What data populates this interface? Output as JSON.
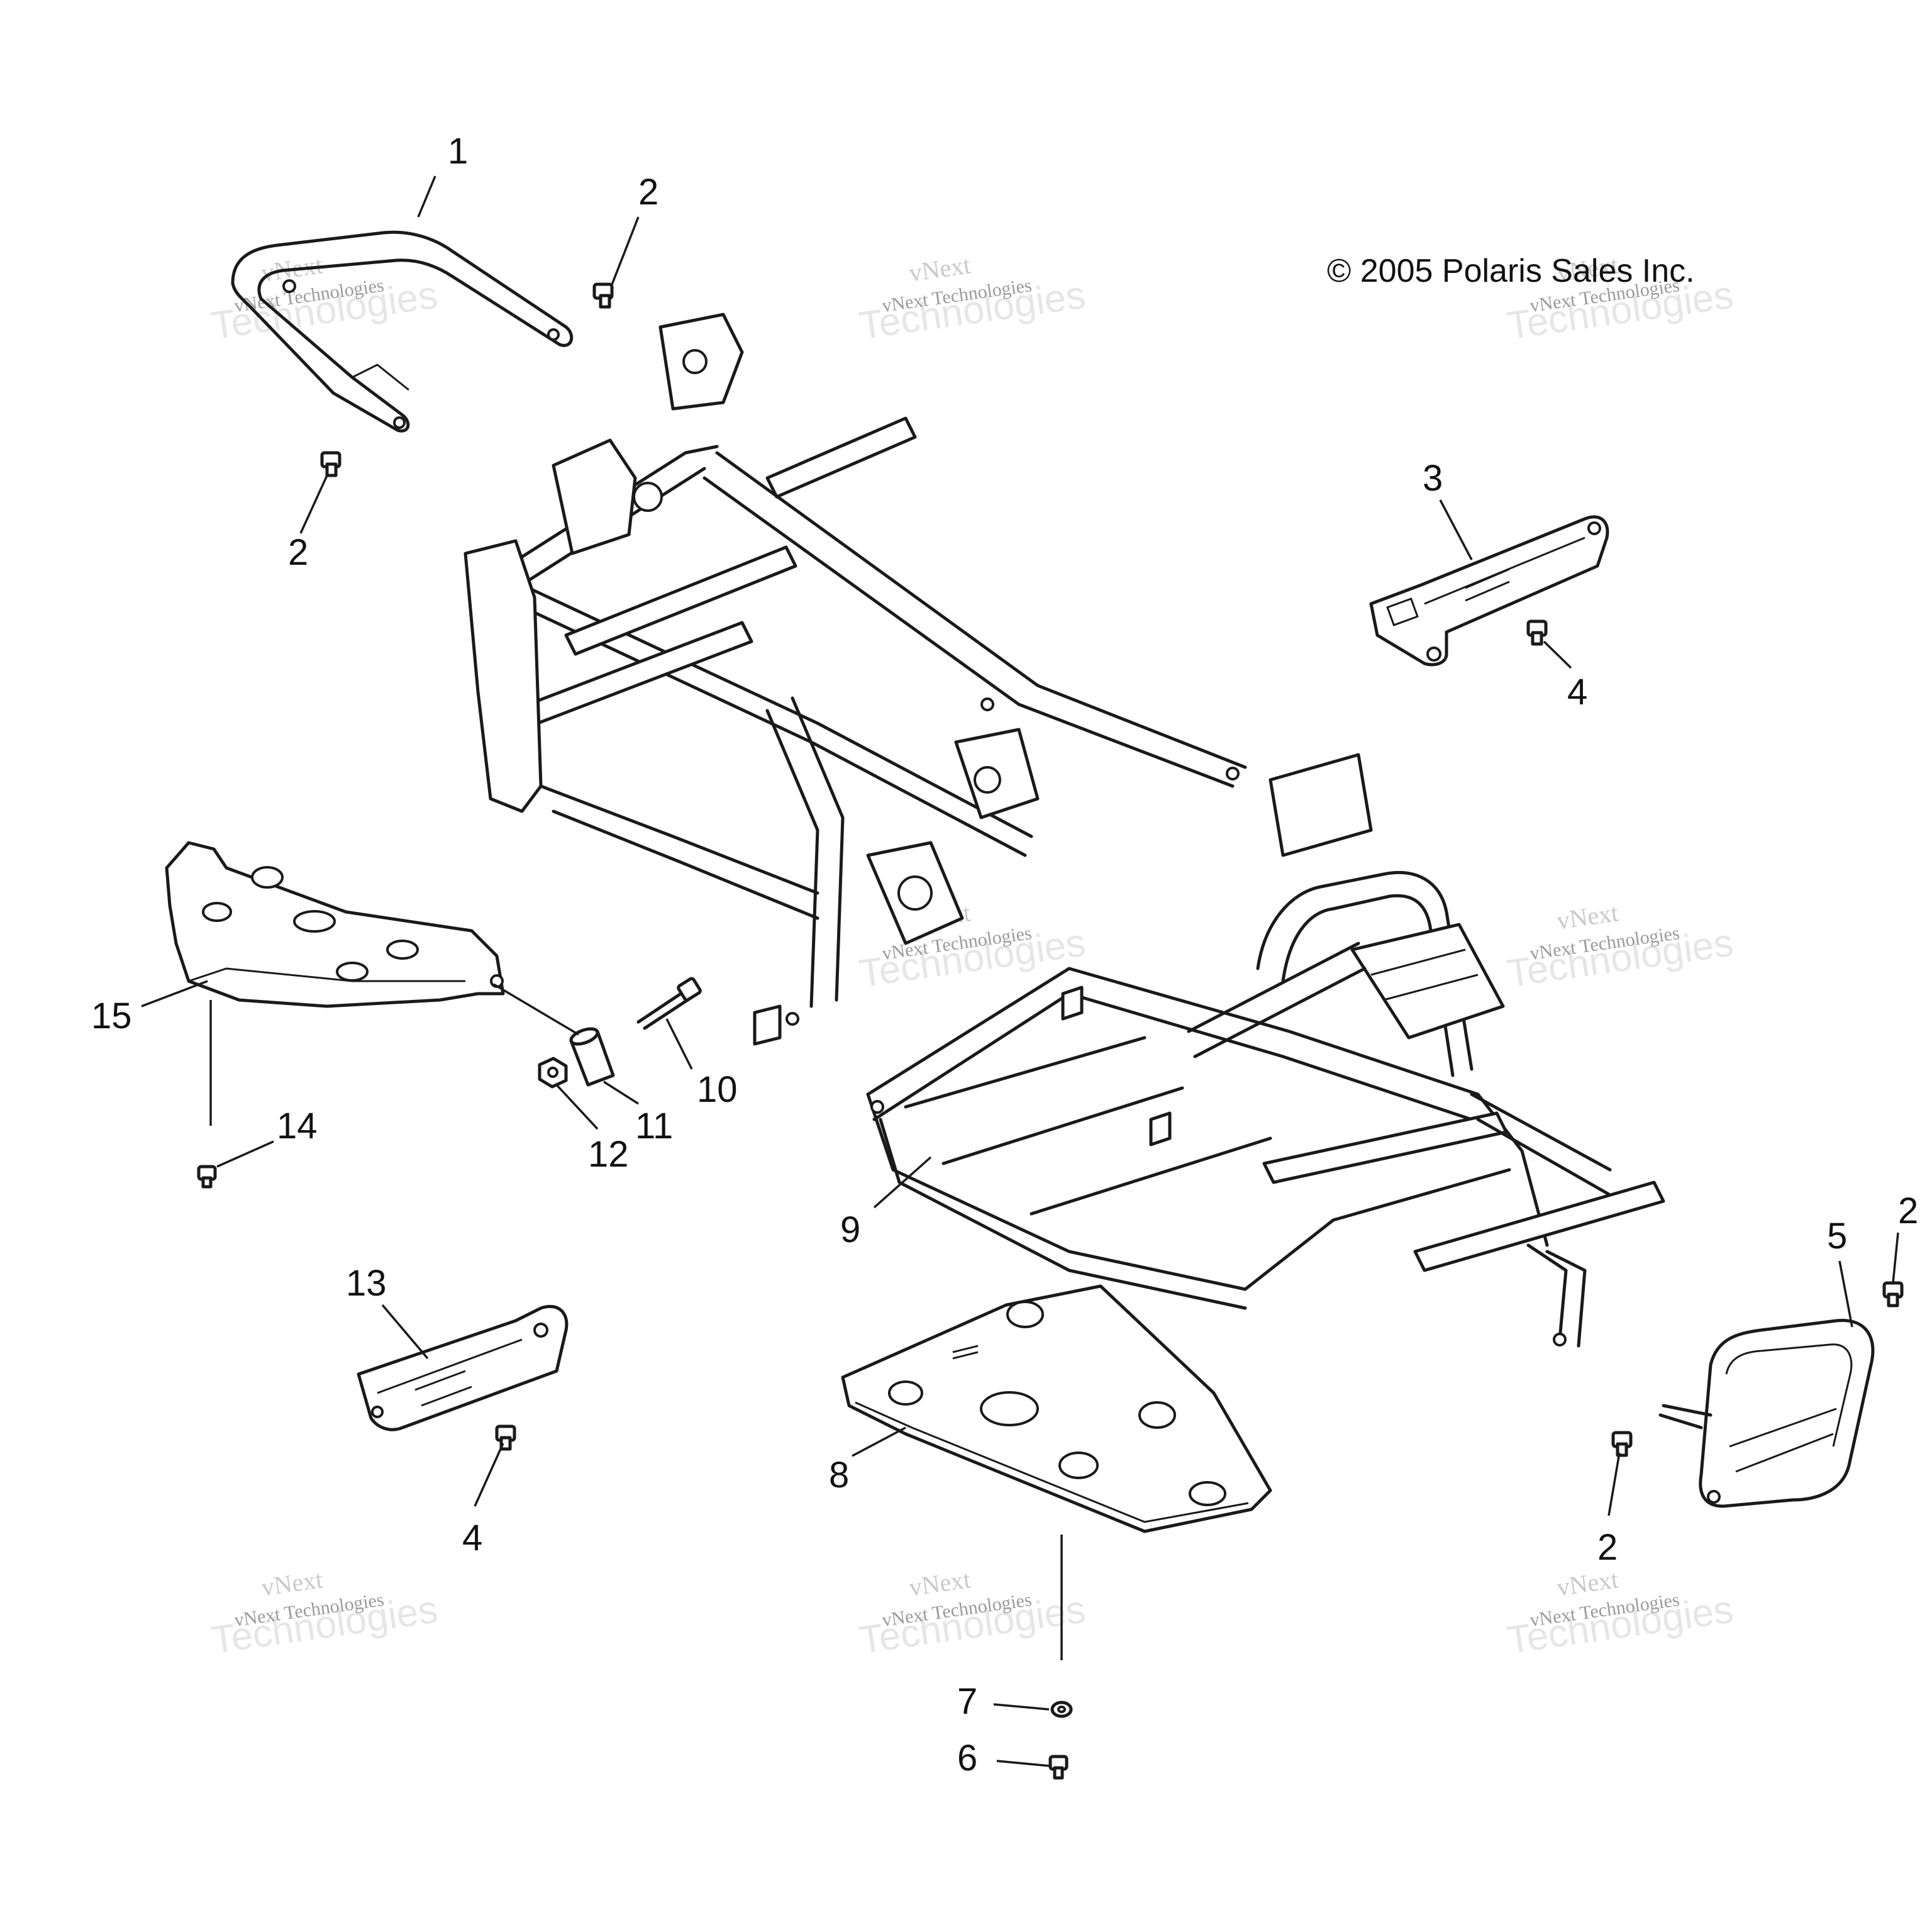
{
  "copyright": "© 2005 Polaris Sales Inc.",
  "watermark": {
    "line1": "vNext",
    "line2": "vNext Technologies",
    "line3": "Technologies"
  },
  "callouts": {
    "c1": "1",
    "c2a": "2",
    "c2b": "2",
    "c2c": "2",
    "c2d": "2",
    "c3": "3",
    "c4a": "4",
    "c4b": "4",
    "c5": "5",
    "c6": "6",
    "c7": "7",
    "c8": "8",
    "c9": "9",
    "c10": "10",
    "c11": "11",
    "c12": "12",
    "c13": "13",
    "c14": "14",
    "c15": "15"
  },
  "colors": {
    "line": "#1a1a1a",
    "watermark": "#c9c9c9",
    "background": "#ffffff"
  }
}
